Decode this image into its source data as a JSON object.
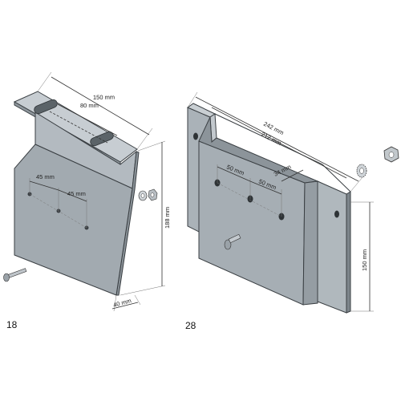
{
  "figures": [
    {
      "label": "18",
      "dimensions": {
        "width": "150 mm",
        "slot_spacing": "80 mm",
        "hole_spacing_left": "45 mm",
        "hole_spacing_right": "45 mm",
        "height": "188 mm",
        "depth": "40 mm"
      }
    },
    {
      "label": "28",
      "dimensions": {
        "outer_length": "242 mm",
        "inner_length": "212 mm",
        "hole_spacing_left": "50 mm",
        "hole_spacing_right": "50 mm",
        "flange": "34 mm",
        "height": "150 mm"
      }
    }
  ],
  "colors": {
    "plate_face": "#a8b0b6",
    "plate_top": "#c3c9ce",
    "plate_side": "#8a9298",
    "edge": "#3a3f43"
  }
}
